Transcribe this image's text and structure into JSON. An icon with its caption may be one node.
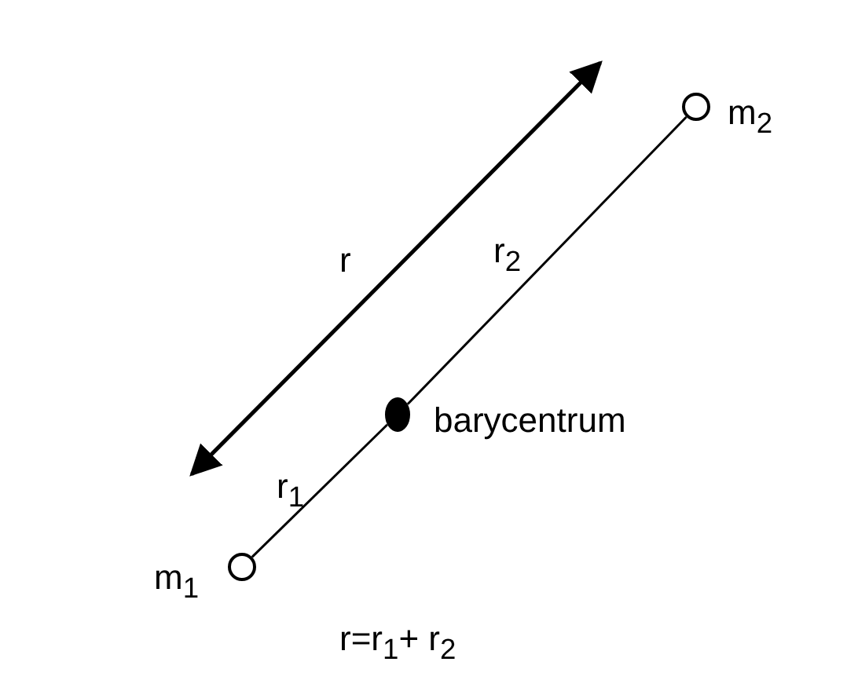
{
  "diagram": {
    "nodes": [
      {
        "text": [],
        "shape": "circle",
        "beside": [
          "m$_{1}$"
        ]
      },
      {
        "text": [],
        "shape": "circle",
        "beside": [
          "barycentrum"
        ]
      },
      {
        "text": [],
        "shape": "circle",
        "beside": [
          "m$_{2}$"
        ]
      }
    ],
    "edges": [
      {
        "from": 0,
        "to": 1,
        "arrow": "none",
        "label": "r$_{1}$"
      },
      {
        "from": 1,
        "to": 2,
        "arrow": "none",
        "label": "r$_{2}$"
      }
    ],
    "labels": [
      "r",
      "r=r$_{1}$+ r$_{2}$"
    ]
  }
}
